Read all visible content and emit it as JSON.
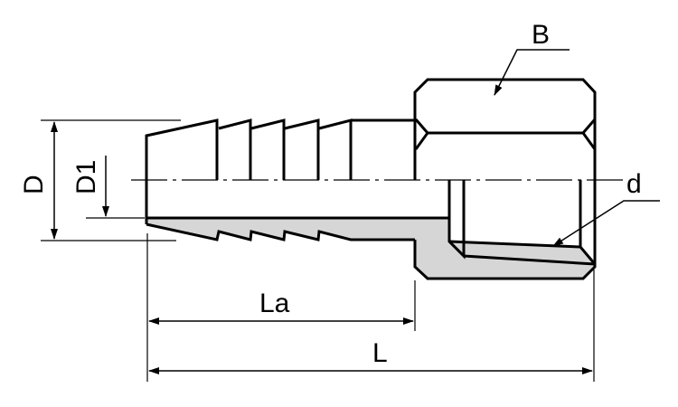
{
  "labels": {
    "D": "D",
    "D1": "D1",
    "La": "La",
    "L": "L",
    "B": "B",
    "d": "d"
  },
  "colors": {
    "line": "#000000",
    "section_fill": "#d6d6d6"
  }
}
